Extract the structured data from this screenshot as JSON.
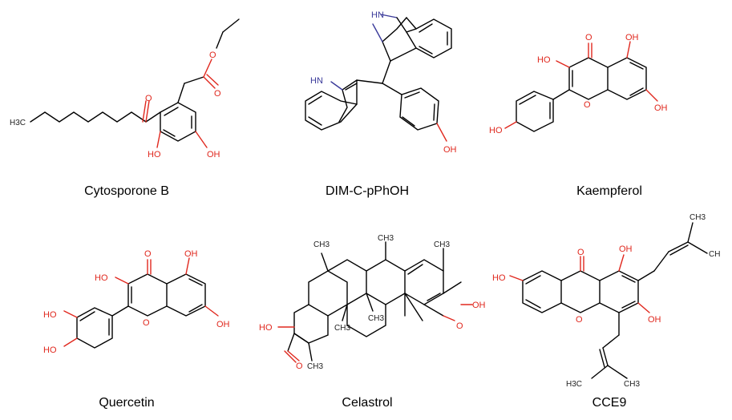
{
  "molecules": [
    {
      "name": "Cytosporone B"
    },
    {
      "name": "DIM-C-pPhOH"
    },
    {
      "name": "Kaempferol"
    },
    {
      "name": "Quercetin"
    },
    {
      "name": "Celastrol"
    },
    {
      "name": "CCE9"
    }
  ],
  "atom_labels": {
    "cyto": {
      "ch3": "H3C",
      "o_keto": "O",
      "o_ester": "O",
      "o_carb": "O",
      "oh1": "HO",
      "oh2": "OH"
    },
    "dim": {
      "nh1": "HN",
      "nh2": "HN",
      "oh": "OH"
    },
    "kaem": {
      "o_keto": "O",
      "oh5": "OH",
      "oh3": "HO",
      "oh7": "OH",
      "o_ring": "O",
      "oh4p": "HO"
    },
    "quer": {
      "o_keto": "O",
      "oh5": "OH",
      "oh3": "HO",
      "oh3p": "HO",
      "oh4p": "HO",
      "o_ring": "O",
      "oh7": "OH"
    },
    "cela": {
      "ch3a": "CH3",
      "ch3b": "CH3",
      "ch3c": "CH3",
      "ch3d": "CH3",
      "ch3e": "CH3",
      "ch3f": "CH3",
      "ho": "HO",
      "o_acid": "O",
      "oh": "OH",
      "o_keto": "O"
    },
    "cce9": {
      "ho": "HO",
      "o_keto": "O",
      "oh1": "OH",
      "oh2": "OH",
      "o_ring": "O",
      "ch3a": "CH3",
      "ch3b": "CH",
      "h3c": "H3C",
      "ch3c": "CH3"
    }
  }
}
